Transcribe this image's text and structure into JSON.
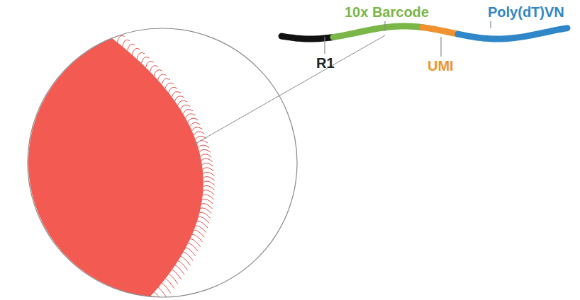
{
  "diagram": {
    "labels": [
      "10x Barcode",
      "Poly(dT)VN",
      "R1",
      "UMI"
    ]
  }
}
